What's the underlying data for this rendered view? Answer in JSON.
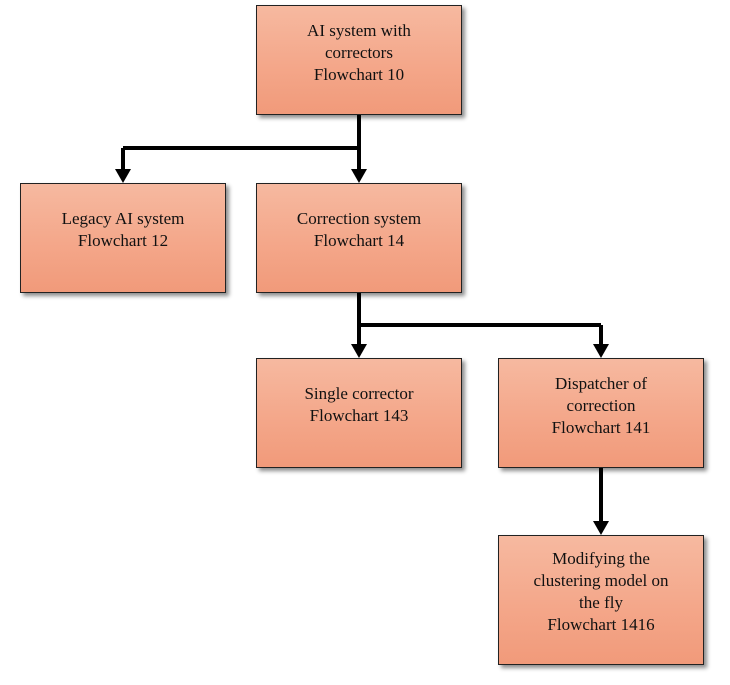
{
  "colors": {
    "box_fill_top": "#f6b9a0",
    "box_fill_bottom": "#f19a7a",
    "box_border": "#222222",
    "connector": "#000000"
  },
  "nodes": {
    "root": {
      "lines": [
        "AI system with",
        "correctors",
        "Flowchart 10"
      ]
    },
    "legacy": {
      "lines": [
        "Legacy AI system",
        "Flowchart 12"
      ]
    },
    "correction": {
      "lines": [
        "Correction system",
        "Flowchart 14"
      ]
    },
    "single": {
      "lines": [
        "Single corrector",
        "Flowchart 143"
      ]
    },
    "dispatcher": {
      "lines": [
        "Dispatcher of",
        "correction",
        "Flowchart 141"
      ]
    },
    "modifying": {
      "lines": [
        "Modifying the",
        "clustering model on",
        "the fly",
        "Flowchart 1416"
      ]
    }
  }
}
